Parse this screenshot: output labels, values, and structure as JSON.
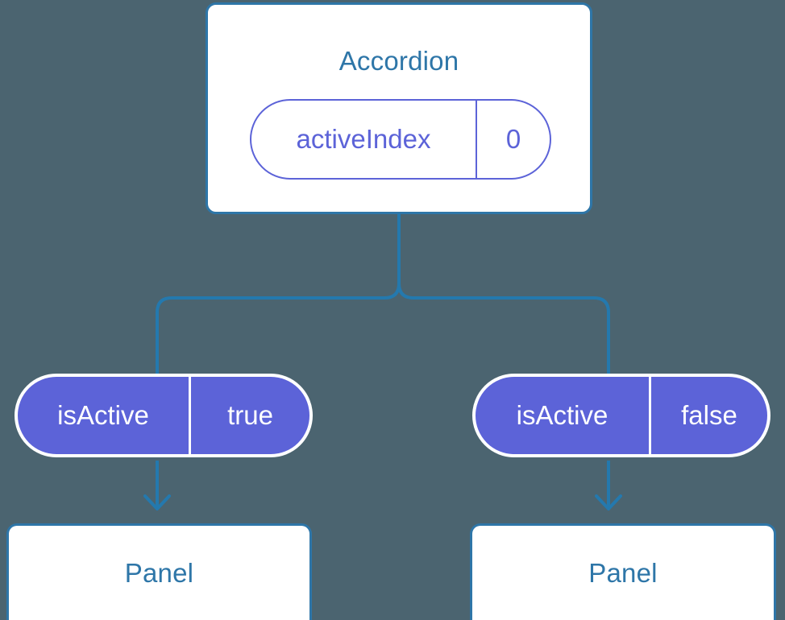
{
  "canvas": {
    "background_color": "#4b6470",
    "accent_blue": "#2e76a8",
    "accent_purple": "#5c63d8",
    "node_fill": "#ffffff"
  },
  "diagram": {
    "type": "component-tree",
    "root": {
      "title": "Accordion",
      "state": {
        "key": "activeIndex",
        "value": "0"
      }
    },
    "branches": [
      {
        "prop": {
          "key": "isActive",
          "value": "true"
        },
        "child": {
          "title": "Panel"
        }
      },
      {
        "prop": {
          "key": "isActive",
          "value": "false"
        },
        "child": {
          "title": "Panel"
        }
      }
    ]
  }
}
